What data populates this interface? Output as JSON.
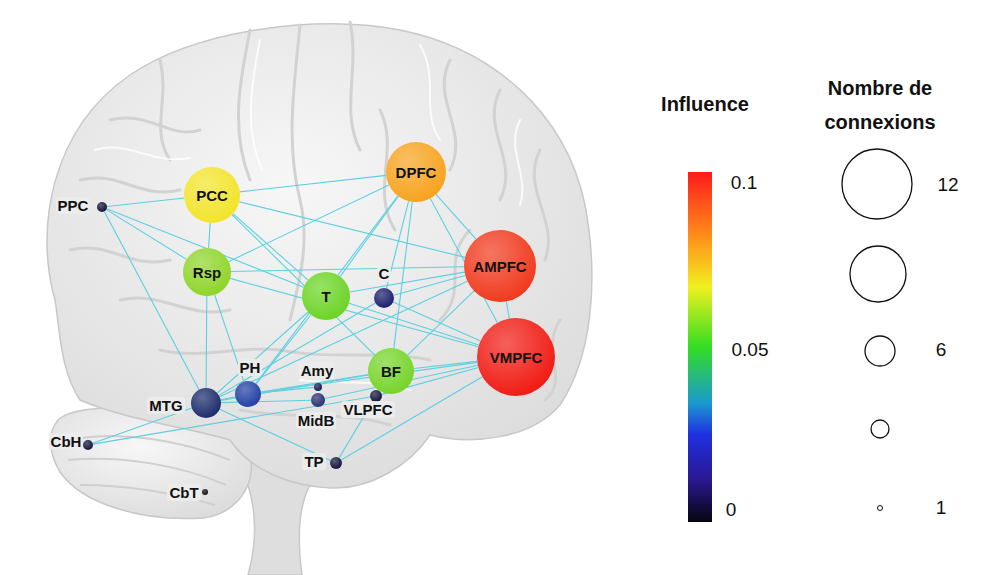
{
  "diagram": {
    "nodes": [
      {
        "text": [
          "PCC"
        ]
      },
      {
        "text": [
          "DPFC"
        ]
      },
      {
        "text": [
          "PPC"
        ]
      },
      {
        "text": [
          "Rsp"
        ]
      },
      {
        "text": [
          "T"
        ]
      },
      {
        "text": [
          "C"
        ]
      },
      {
        "text": [
          "AMPFC"
        ]
      },
      {
        "text": [
          "VMPFC"
        ]
      },
      {
        "text": [
          "PH"
        ]
      },
      {
        "text": [
          "Amy"
        ]
      },
      {
        "text": [
          "BF"
        ]
      },
      {
        "text": [
          "MTG"
        ]
      },
      {
        "text": [
          "MidB"
        ]
      },
      {
        "text": [
          "VLPFC"
        ]
      },
      {
        "text": [
          "CbH"
        ]
      },
      {
        "text": [
          "TP"
        ]
      },
      {
        "text": [
          "CbT"
        ]
      }
    ],
    "edges": [
      {
        "from": 0,
        "to": 1,
        "arrow": "none"
      },
      {
        "from": 0,
        "to": 2,
        "arrow": "none"
      },
      {
        "from": 0,
        "to": 3,
        "arrow": "none"
      },
      {
        "from": 0,
        "to": 6,
        "arrow": "none"
      },
      {
        "from": 0,
        "to": 10,
        "arrow": "none"
      },
      {
        "from": 0,
        "to": 4,
        "arrow": "none"
      },
      {
        "from": 1,
        "to": 6,
        "arrow": "none"
      },
      {
        "from": 1,
        "to": 7,
        "arrow": "none"
      },
      {
        "from": 1,
        "to": 3,
        "arrow": "none"
      },
      {
        "from": 1,
        "to": 4,
        "arrow": "none"
      },
      {
        "from": 1,
        "to": 8,
        "arrow": "none"
      },
      {
        "from": 1,
        "to": 10,
        "arrow": "none"
      },
      {
        "from": 1,
        "to": 5,
        "arrow": "none"
      },
      {
        "from": 2,
        "to": 3,
        "arrow": "none"
      },
      {
        "from": 2,
        "to": 11,
        "arrow": "none"
      },
      {
        "from": 2,
        "to": 4,
        "arrow": "none"
      },
      {
        "from": 3,
        "to": 11,
        "arrow": "none"
      },
      {
        "from": 3,
        "to": 6,
        "arrow": "none"
      },
      {
        "from": 3,
        "to": 8,
        "arrow": "none"
      },
      {
        "from": 3,
        "to": 7,
        "arrow": "none"
      },
      {
        "from": 4,
        "to": 6,
        "arrow": "none"
      },
      {
        "from": 4,
        "to": 7,
        "arrow": "none"
      },
      {
        "from": 4,
        "to": 8,
        "arrow": "none"
      },
      {
        "from": 4,
        "to": 11,
        "arrow": "none"
      },
      {
        "from": 5,
        "to": 6,
        "arrow": "none"
      },
      {
        "from": 5,
        "to": 7,
        "arrow": "none"
      },
      {
        "from": 5,
        "to": 11,
        "arrow": "none"
      },
      {
        "from": 6,
        "to": 7,
        "arrow": "none"
      },
      {
        "from": 6,
        "to": 10,
        "arrow": "none"
      },
      {
        "from": 6,
        "to": 11,
        "arrow": "none"
      },
      {
        "from": 7,
        "to": 10,
        "arrow": "none"
      },
      {
        "from": 7,
        "to": 8,
        "arrow": "none"
      },
      {
        "from": 7,
        "to": 15,
        "arrow": "none"
      },
      {
        "from": 7,
        "to": 13,
        "arrow": "none"
      },
      {
        "from": 7,
        "to": 12,
        "arrow": "none"
      },
      {
        "from": 8,
        "to": 11,
        "arrow": "none"
      },
      {
        "from": 8,
        "to": 10,
        "arrow": "none"
      },
      {
        "from": 8,
        "to": 9,
        "arrow": "none"
      },
      {
        "from": 10,
        "to": 11,
        "arrow": "none"
      },
      {
        "from": 10,
        "to": 15,
        "arrow": "none"
      },
      {
        "from": 11,
        "to": 14,
        "arrow": "none"
      },
      {
        "from": 11,
        "to": 15,
        "arrow": "none"
      },
      {
        "from": 11,
        "to": 12,
        "arrow": "none"
      },
      {
        "from": 14,
        "to": 13,
        "arrow": "none"
      }
    ],
    "labels": [
      "Influence",
      "0.1",
      "0.05",
      "0",
      "Nombre de connexions",
      "12",
      "6",
      "1"
    ]
  }
}
